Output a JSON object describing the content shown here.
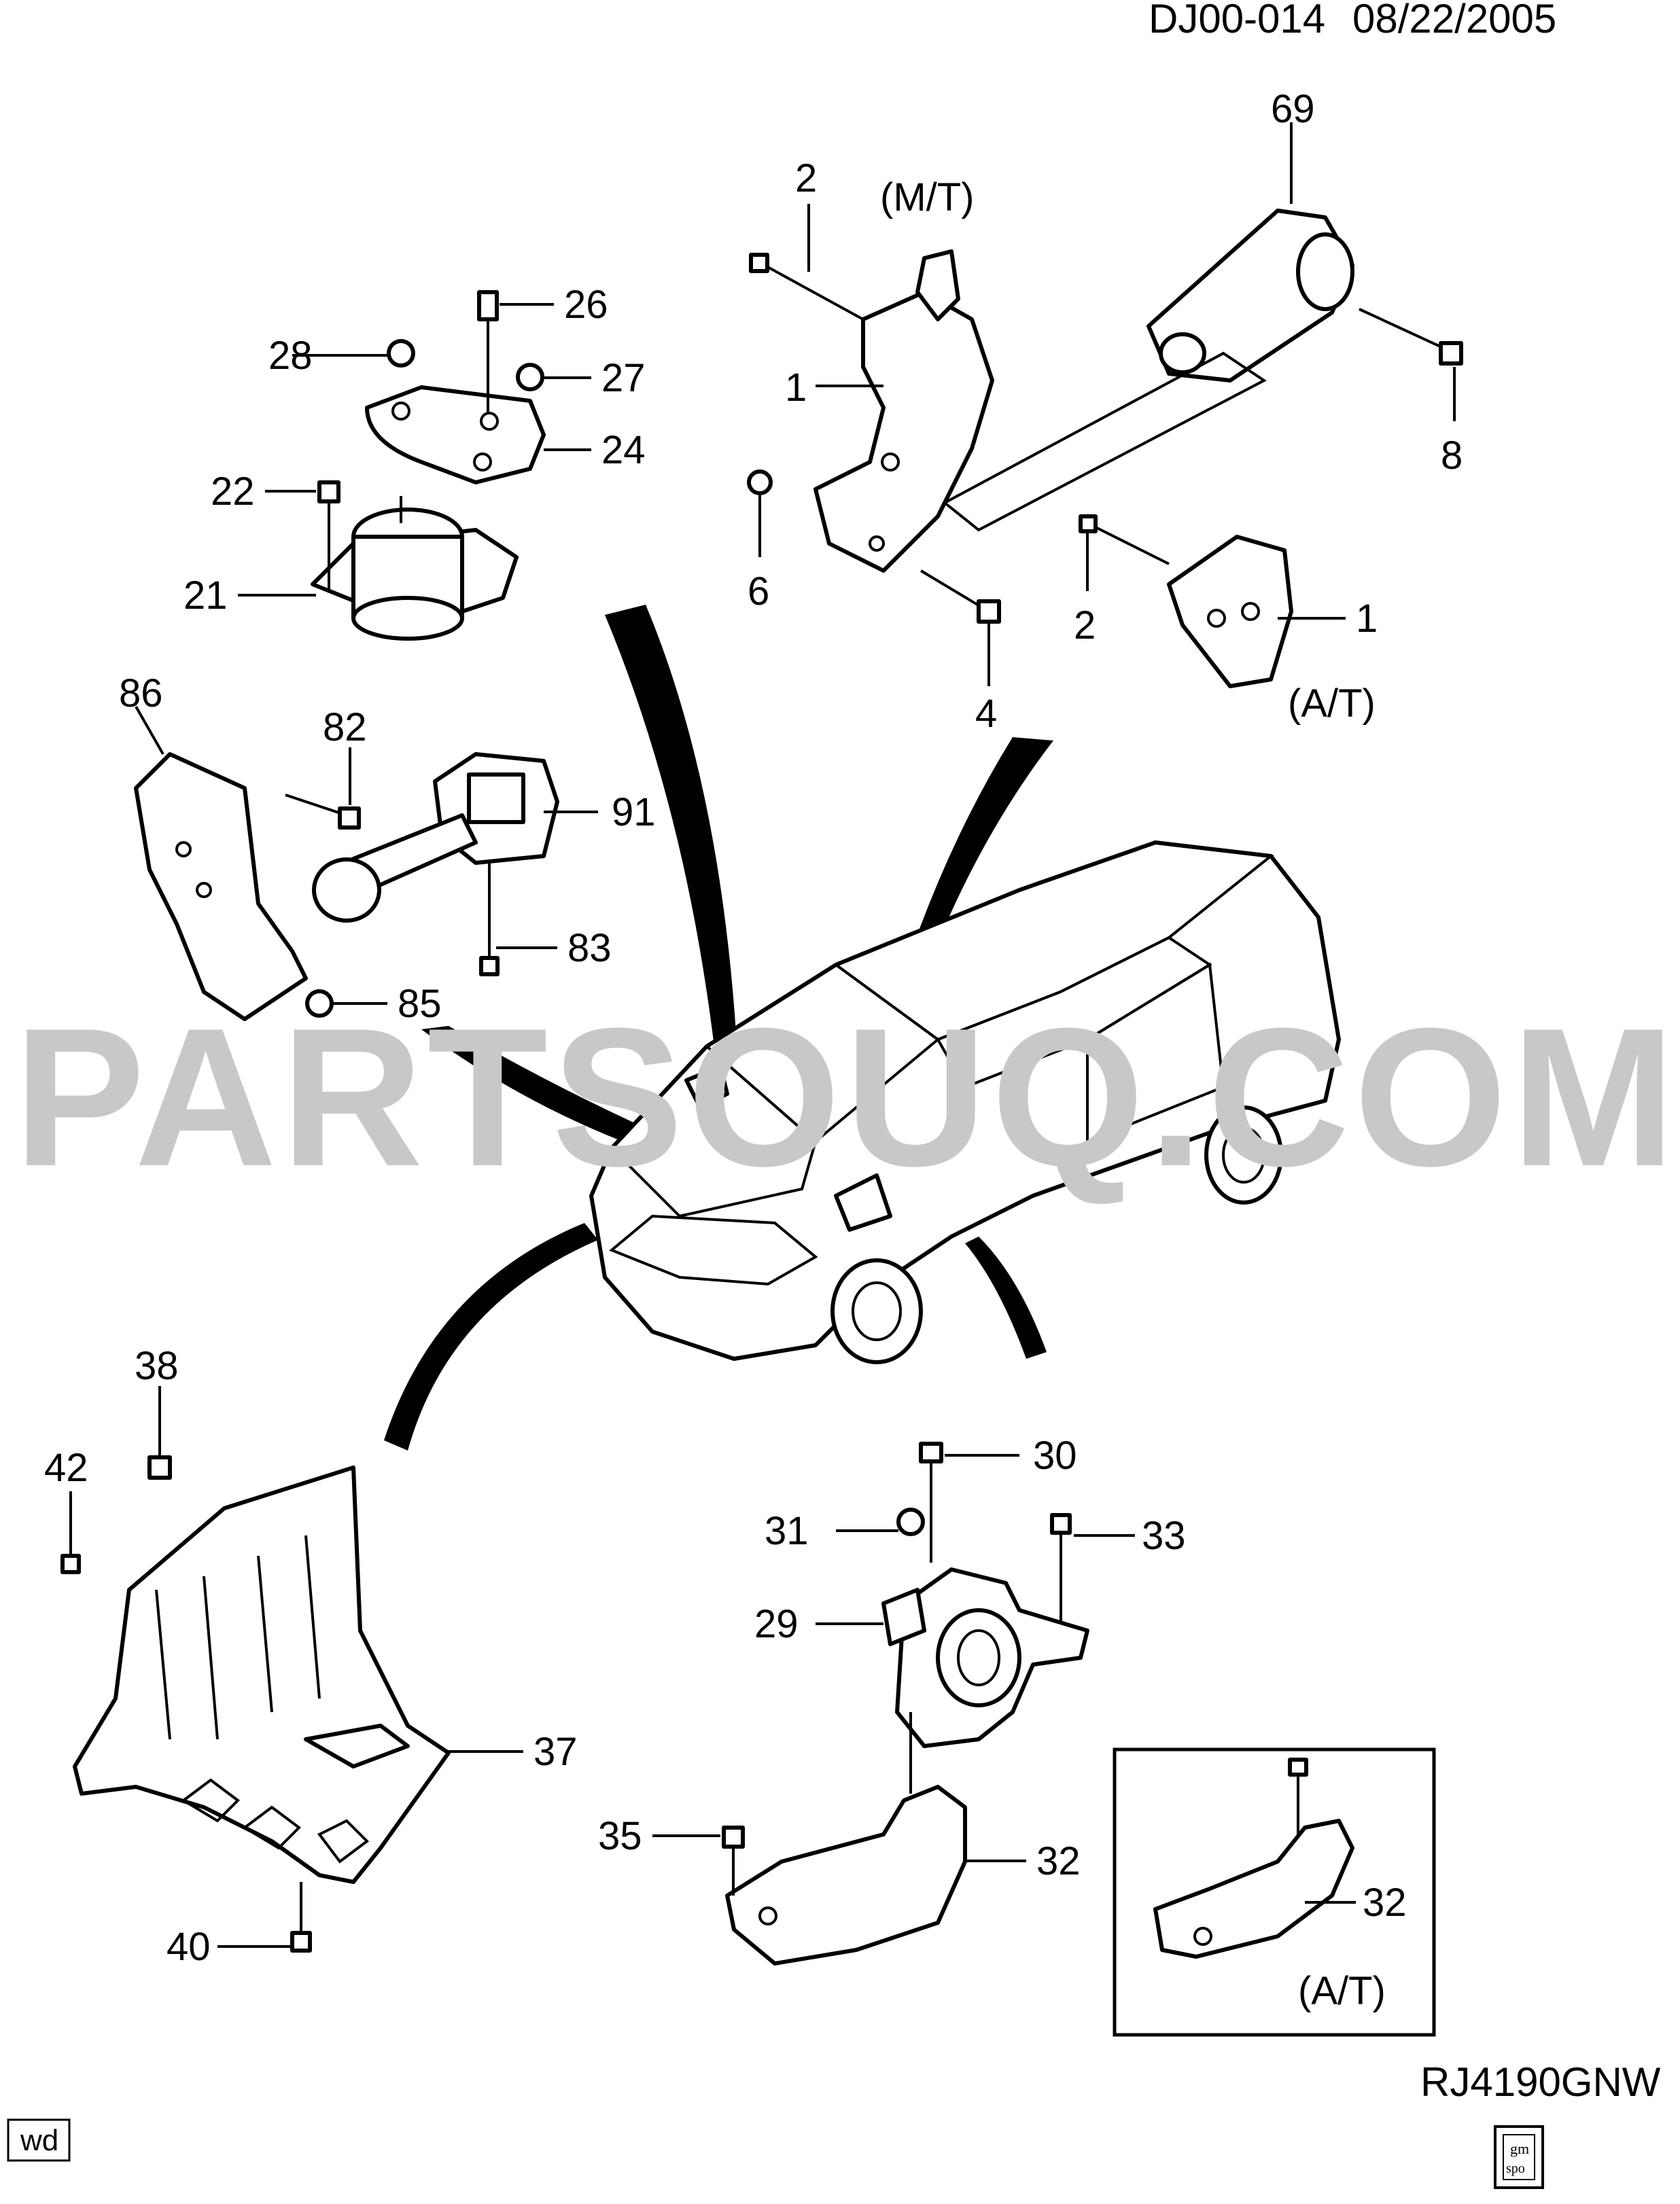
{
  "header": {
    "doc_code": "DJ00-014",
    "date": "08/22/2005"
  },
  "footer": {
    "ref_code": "RJ4190GNW",
    "wd_tag": "wd",
    "logo_text_top": "gm",
    "logo_text_bottom": "spo"
  },
  "watermark": "PARTSOUQ.COM",
  "variants": {
    "mt": "(M/T)",
    "at_upper": "(A/T)",
    "at_inset": "(A/T)"
  },
  "callouts": {
    "c69": "69",
    "c2a": "2",
    "c26": "26",
    "c28": "28",
    "c27": "27",
    "c24": "24",
    "c1a": "1",
    "c8": "8",
    "c22": "22",
    "c6": "6",
    "c21": "21",
    "c2b": "2",
    "c1b": "1",
    "c4": "4",
    "c86": "86",
    "c82": "82",
    "c91": "91",
    "c83": "83",
    "c85": "85",
    "c38": "38",
    "c42": "42",
    "c30": "30",
    "c31": "31",
    "c33": "33",
    "c29": "29",
    "c37": "37",
    "c35": "35",
    "c32a": "32",
    "c32b": "32",
    "c40": "40"
  }
}
